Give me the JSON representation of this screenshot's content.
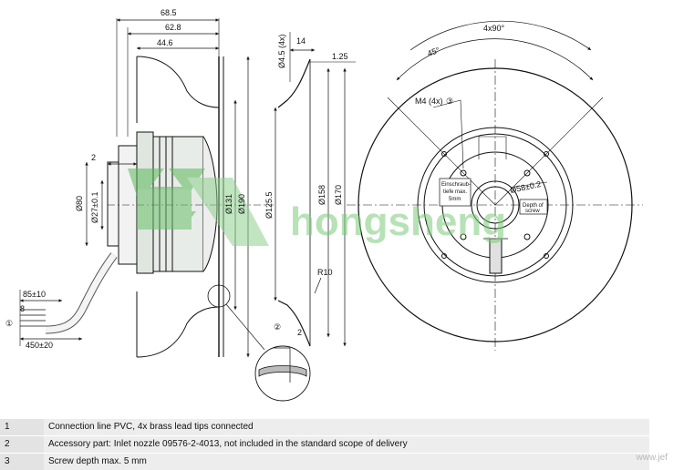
{
  "dimensions": {
    "d_68_5": "68.5",
    "d_62_8": "62.8",
    "d_44_6": "44.6",
    "d_2_top": "2",
    "d_80": "Ø80",
    "d_27": "Ø27±0.1",
    "d_131": "Ø131",
    "d_190": "Ø190",
    "d_85": "85±10",
    "d_8": "8",
    "d_450": "450±20",
    "d_4_5": "Ø4.5 (4x)",
    "d_14": "14",
    "d_1_25": "1.25",
    "d_125_5": "Ø125.5",
    "d_158": "Ø158",
    "d_170": "Ø170",
    "d_r10": "R10",
    "d_2_detail": "2",
    "d_4x90": "4x90°",
    "d_45": "45°",
    "d_m4": "M4 (4x)",
    "d_58": "Ø58±0.2",
    "circle_1": "①",
    "circle_2": "②",
    "circle_3": "③"
  },
  "annotations": {
    "einschraub_l1": "Einschraub-",
    "einschraub_l2": "tiefe max.",
    "einschraub_l3": "5mm",
    "depth_l1": "Depth of",
    "depth_l2": "screw"
  },
  "watermark": {
    "brand": "hongsheng",
    "corner": "www.jef"
  },
  "notes": [
    {
      "num": "1",
      "text": "Connection line PVC, 4x brass lead tips connected"
    },
    {
      "num": "2",
      "text": "Accessory part: Inlet nozzle 09576-2-4013, not included in the standard scope of delivery"
    },
    {
      "num": "3",
      "text": "Screw depth max. 5 mm"
    }
  ]
}
